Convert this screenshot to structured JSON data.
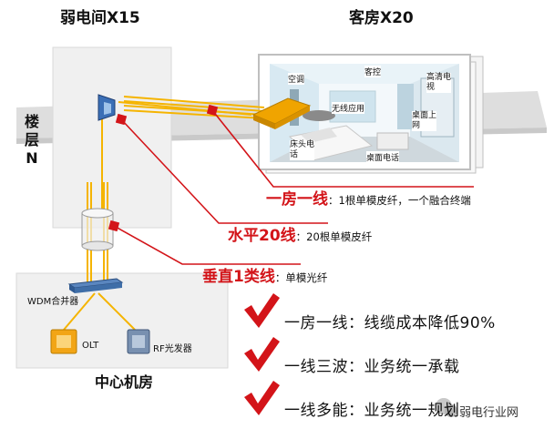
{
  "titles": {
    "weak_room": "弱电间X15",
    "guest_room": "客房X20",
    "floor_line1": "楼",
    "floor_line2": "层",
    "floor_line3": "N",
    "center_room": "中心机房"
  },
  "room_labels": {
    "ac": "空调",
    "guest_control": "客控",
    "hd_tv_1": "高清电",
    "hd_tv_2": "视",
    "wireless": "无线应用",
    "desk_net_1": "桌面上",
    "desk_net_2": "网",
    "bedside_1": "床头电",
    "bedside_2": "话",
    "desk_phone": "桌面电话"
  },
  "center_labels": {
    "wdm": "WDM合并器",
    "olt": "OLT",
    "rf": "RF光发器"
  },
  "callouts": [
    {
      "key": "一房一线",
      "desc": "：1根单模皮纤，一个融合终端"
    },
    {
      "key": "水平20线",
      "desc": "：20根单模皮纤"
    },
    {
      "key": "垂直1类线",
      "desc": "：单模光纤"
    }
  ],
  "benefits": [
    "一房一线：线缆成本降低90%",
    "一线三波：业务统一承载",
    "一线多能：业务统一规划"
  ],
  "watermark": "弱电行业网",
  "colors": {
    "red": "#d31419",
    "fiber": "#f5b400",
    "panel": "#eeeeee",
    "band": "#dcdcdc"
  }
}
